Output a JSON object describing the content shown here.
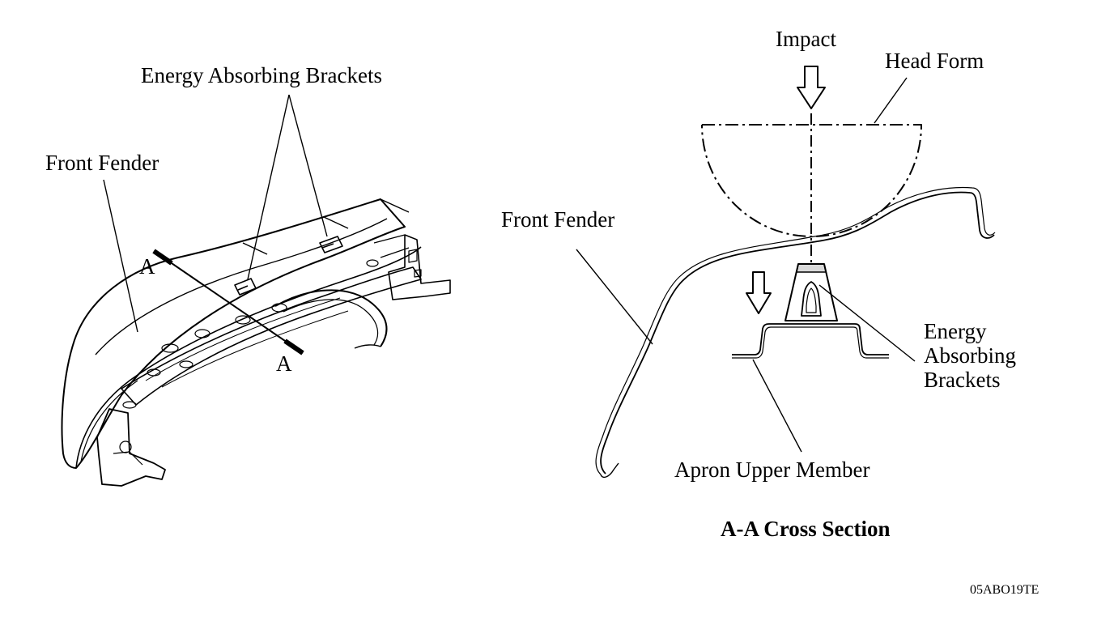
{
  "left_view": {
    "bracket_label": "Energy Absorbing Brackets",
    "fender_label": "Front Fender",
    "section_marker_top": "A",
    "section_marker_bottom": "A"
  },
  "cross_section": {
    "impact_label": "Impact",
    "head_form_label": "Head Form",
    "fender_label": "Front Fender",
    "bracket_label_line1": "Energy",
    "bracket_label_line2": "Absorbing",
    "bracket_label_line3": "Brackets",
    "apron_label": "Apron Upper Member",
    "title": "A-A Cross Section"
  },
  "figure_code": "05ABO19TE"
}
